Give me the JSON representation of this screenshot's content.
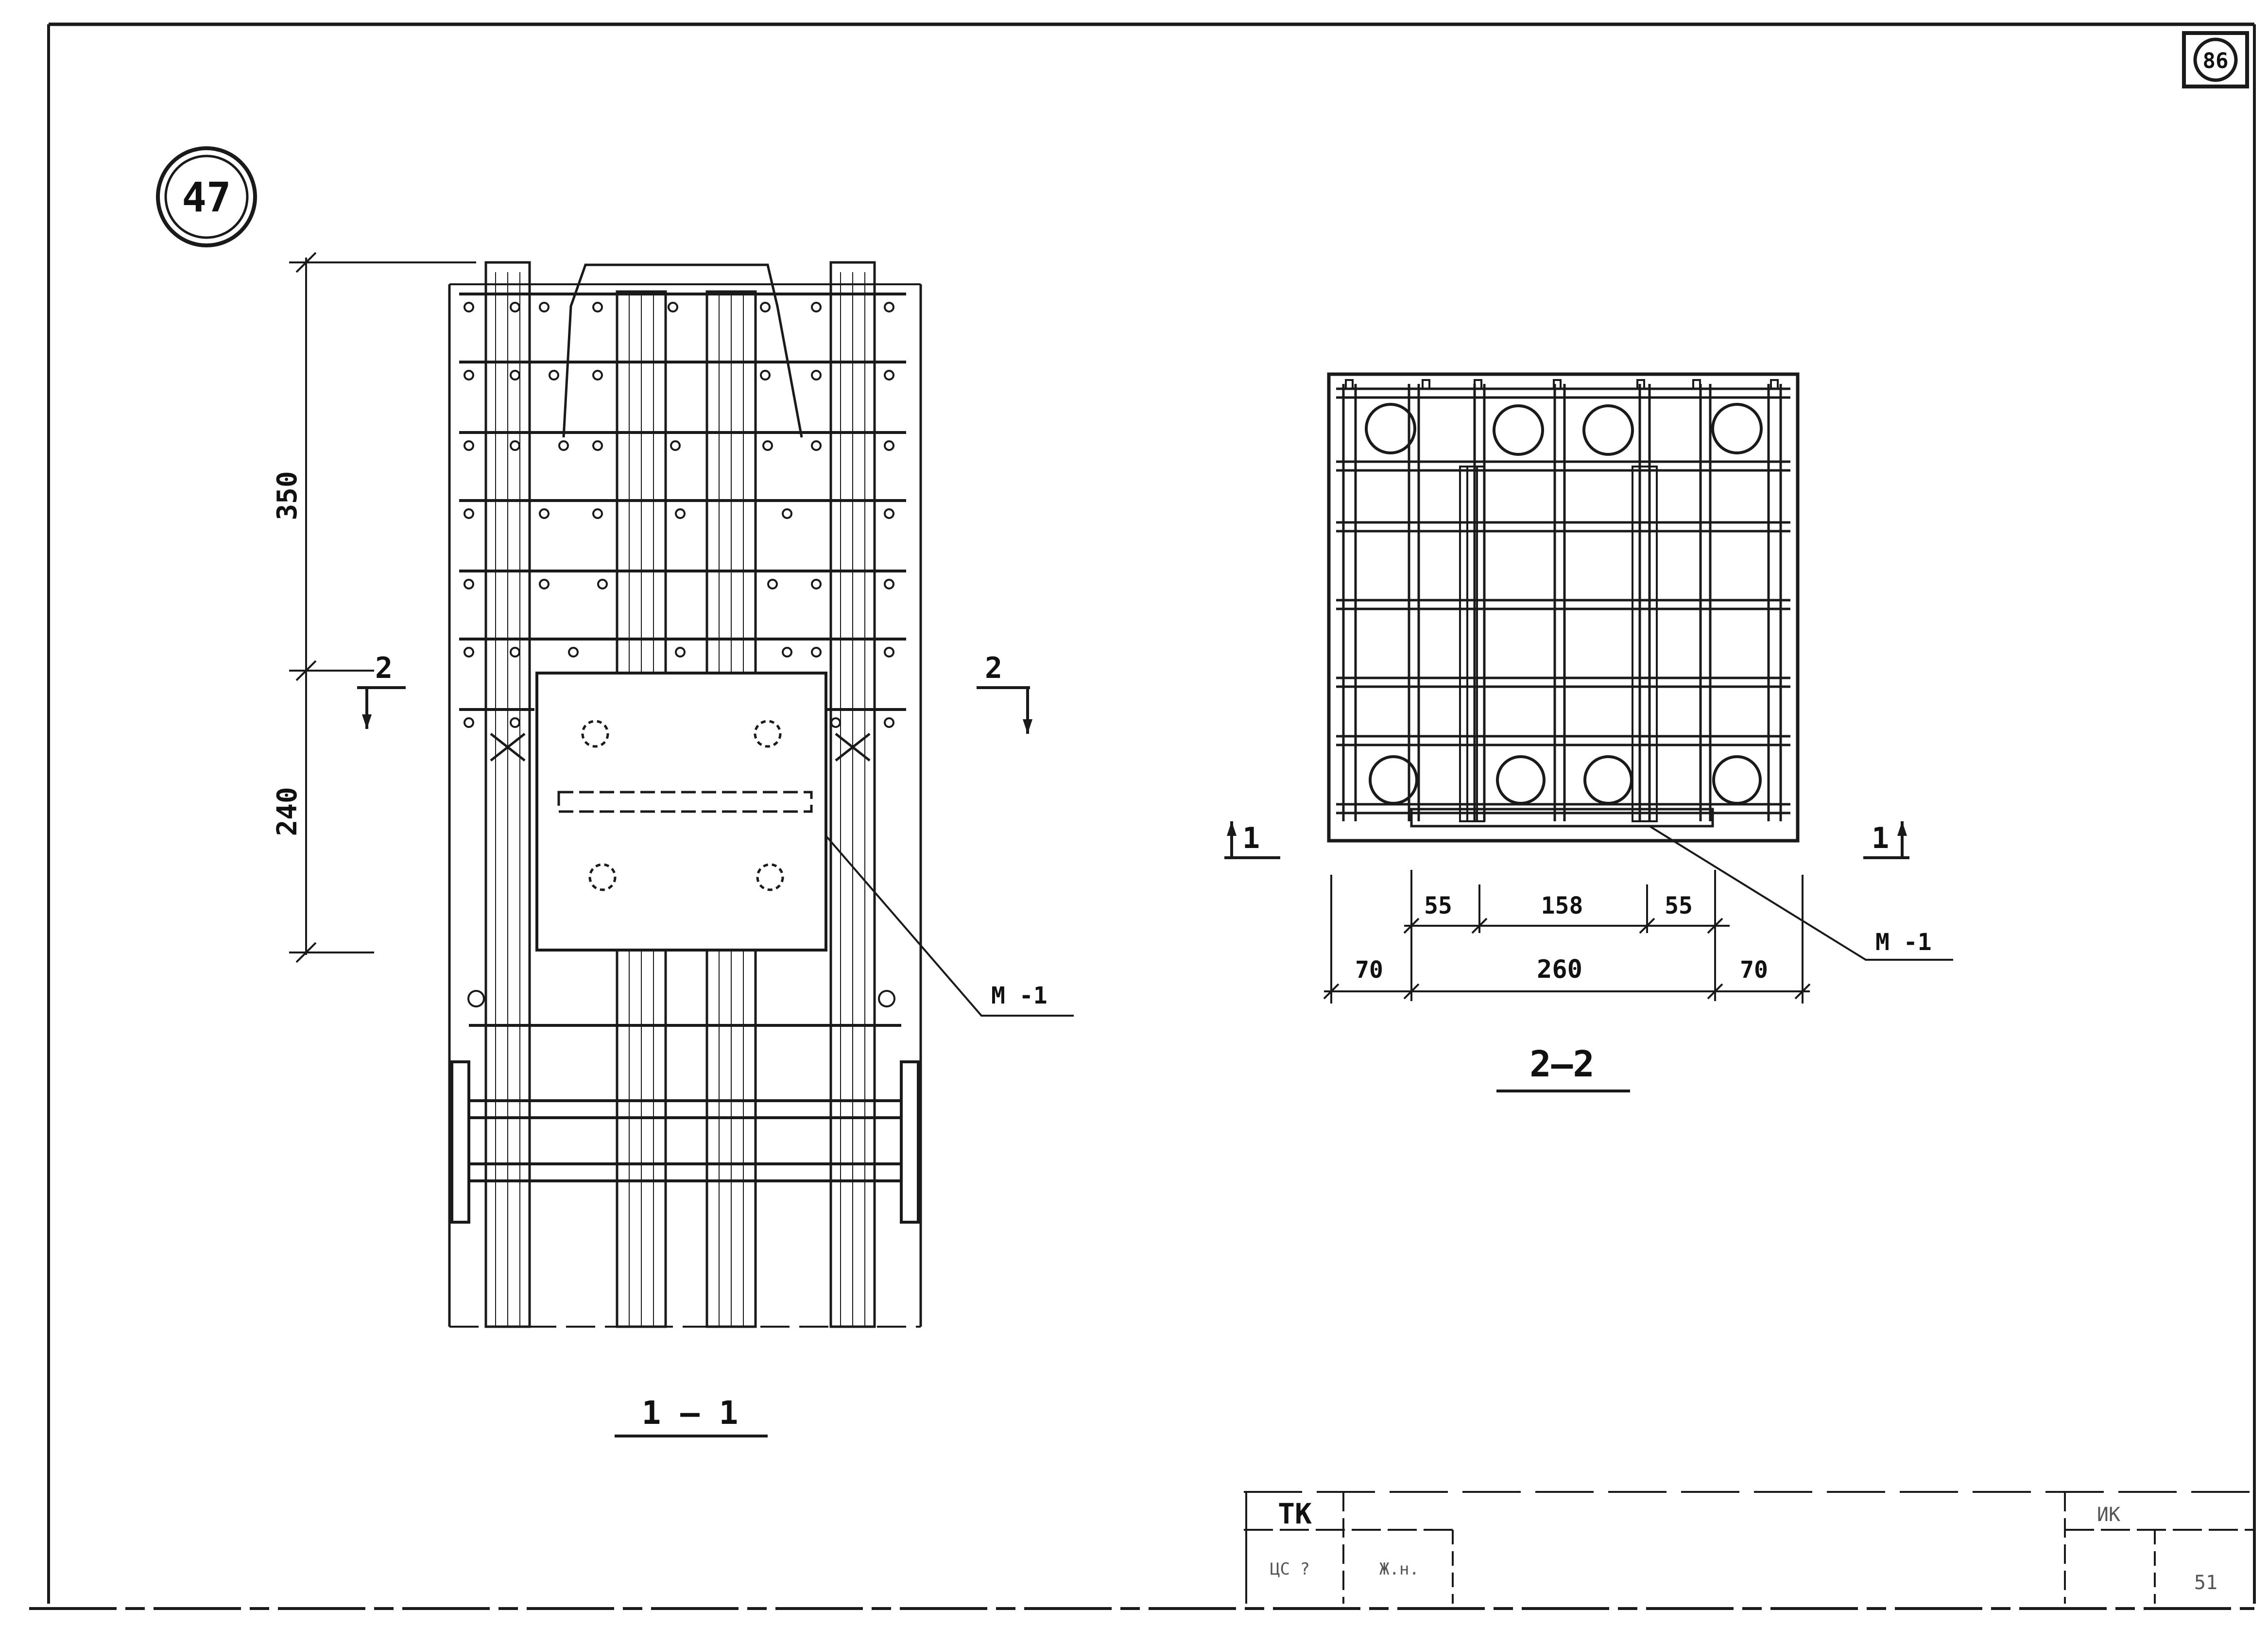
{
  "sheet": {
    "detail_number": "47",
    "page_number": "86"
  },
  "section_1_1": {
    "title": "1 — 1",
    "dim_upper": "350",
    "dim_lower": "240",
    "cut_label_left": "2",
    "cut_label_right": "2",
    "plate_label": "М -1"
  },
  "section_2_2": {
    "title": "2—2",
    "dim_55_left": "55",
    "dim_158": "158",
    "dim_55_right": "55",
    "dim_70_left": "70",
    "dim_260": "260",
    "dim_70_right": "70",
    "cut_label_left": "1",
    "cut_label_right": "1",
    "plate_label": "М -1"
  },
  "title_block": {
    "org": "ТК",
    "row2_col1": "ЦС ?",
    "row2_col2": "Ж.н.",
    "code": "ИК",
    "sheet": "51"
  }
}
